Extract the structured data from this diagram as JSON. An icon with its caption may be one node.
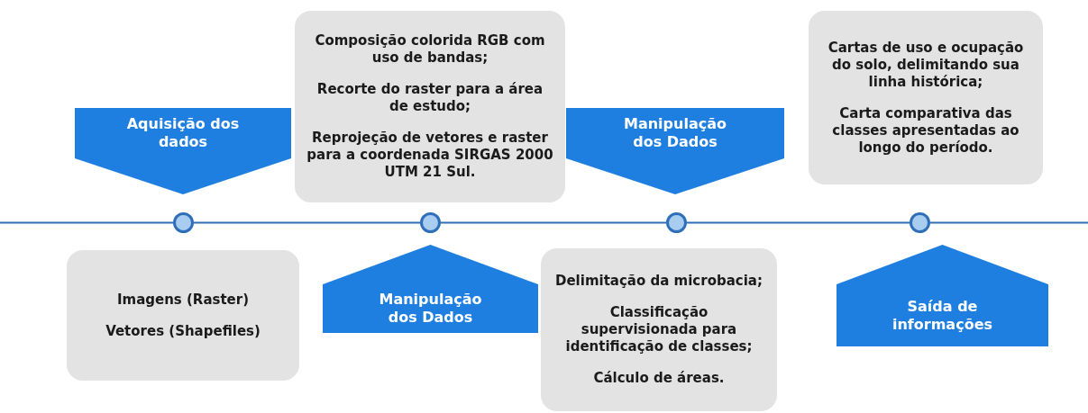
{
  "diagram": {
    "nodes": [
      {
        "text": [
          "Aquisição dos dados"
        ]
      },
      {
        "text": [
          "Composição colorida RGB com uso de bandas;",
          "Recorte do raster para a área de estudo;",
          "Reprojeção de vetores e raster para a coordenada SIRGAS 2000 UTM 21 Sul."
        ]
      },
      {
        "text": [
          "Manipulação dos Dados"
        ]
      },
      {
        "text": [
          "Cartas de uso e ocupação do solo, delimitando sua linha histórica;",
          "Carta comparativa das classes apresentadas ao longo do período."
        ]
      },
      {
        "text": [
          "Imagens (Raster)",
          "Vetores (Shapefiles)"
        ]
      },
      {
        "text": [
          "Manipulação dos Dados"
        ]
      },
      {
        "text": [
          "Delimitação da microbacia;",
          "Classificação supervisionada para identificação de classes;",
          "Cálculo de áreas."
        ]
      },
      {
        "text": [
          "Saída de informações"
        ]
      },
      {
        "text": [],
        "shape": "circle"
      },
      {
        "text": [],
        "shape": "circle"
      },
      {
        "text": [],
        "shape": "circle"
      },
      {
        "text": [],
        "shape": "circle"
      }
    ],
    "edges": [
      {
        "from": null,
        "to": 8,
        "arrow": "none"
      },
      {
        "from": 8,
        "to": 9,
        "arrow": "none"
      },
      {
        "from": 9,
        "to": 10,
        "arrow": "none"
      },
      {
        "from": 10,
        "to": 11,
        "arrow": "none"
      },
      {
        "from": 11,
        "to": null,
        "arrow": "none"
      }
    ]
  }
}
